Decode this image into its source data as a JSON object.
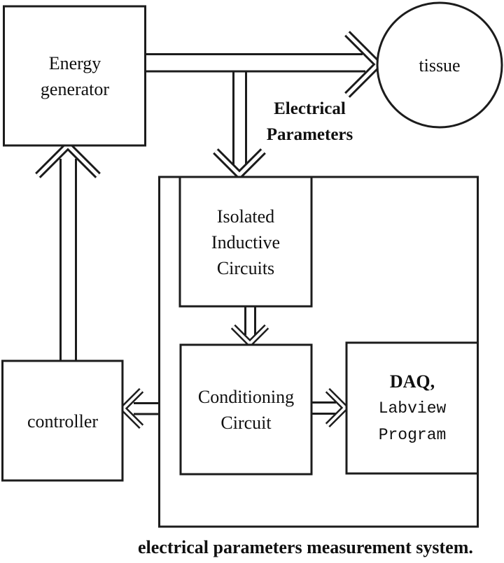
{
  "colors": {
    "line": "#1c1c1c",
    "text": "#101010",
    "background": "#ffffff"
  },
  "nodes": {
    "energy_generator": {
      "shape": "rect",
      "lines": [
        "Energy",
        "generator"
      ]
    },
    "tissue": {
      "shape": "circle",
      "lines": [
        "tissue"
      ]
    },
    "isolated_inductive_circuits": {
      "shape": "rect",
      "lines": [
        "Isolated",
        "Inductive",
        "Circuits"
      ]
    },
    "conditioning_circuit": {
      "shape": "rect",
      "lines": [
        "Conditioning",
        "Circuit"
      ]
    },
    "daq_labview_program": {
      "shape": "rect",
      "lines": [
        "DAQ,",
        "Labview",
        "Program"
      ]
    },
    "controller": {
      "shape": "rect",
      "lines": [
        "controller"
      ]
    },
    "measurement_system_container": {
      "shape": "rect",
      "lines": []
    }
  },
  "labels": {
    "electrical_parameters": {
      "lines": [
        "Electrical",
        "Parameters"
      ]
    },
    "caption": "electrical parameters measurement system."
  },
  "edges": [
    {
      "from": "energy_generator",
      "to": "tissue",
      "type": "open-block-arrow",
      "label": ""
    },
    {
      "from": "energy_generator",
      "to": "measurement_system_container",
      "type": "open-block-arrow",
      "label": "Electrical Parameters"
    },
    {
      "from": "isolated_inductive_circuits",
      "to": "conditioning_circuit",
      "type": "open-block-arrow",
      "label": ""
    },
    {
      "from": "conditioning_circuit",
      "to": "daq_labview_program",
      "type": "open-block-arrow",
      "label": ""
    },
    {
      "from": "measurement_system_container",
      "to": "controller",
      "type": "open-block-arrow",
      "label": ""
    },
    {
      "from": "controller",
      "to": "energy_generator",
      "type": "open-block-arrow",
      "label": ""
    }
  ]
}
